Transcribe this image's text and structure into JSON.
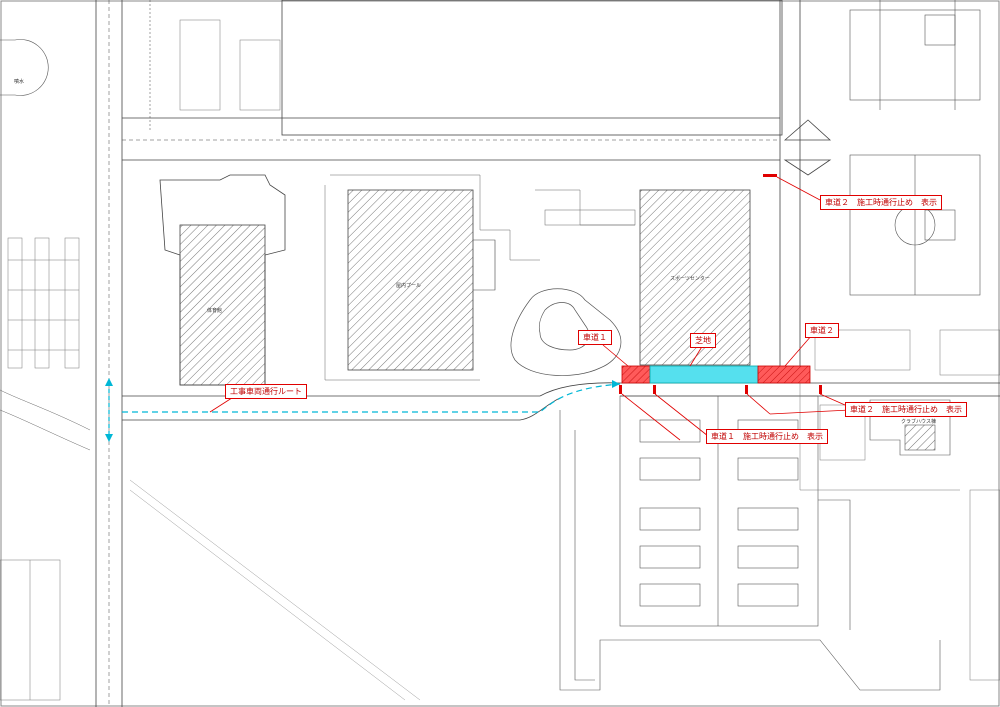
{
  "map": {
    "buildings": {
      "gym": "体育館",
      "pool": "屋内プール",
      "sports_center": "スポーツセンター",
      "clubhouse": "クラブハウス棟",
      "top_left": "噴水"
    },
    "callouts": {
      "route": "工事車両通行ルート",
      "lane1": "車道１",
      "lawn": "芝地",
      "lane2": "車道２",
      "lane2_closure_top": "車道２　施工時通行止め　表示",
      "lane2_closure_bottom": "車道２　施工時通行止め　表示",
      "lane1_closure": "車道１　施工時通行止め　表示"
    }
  }
}
